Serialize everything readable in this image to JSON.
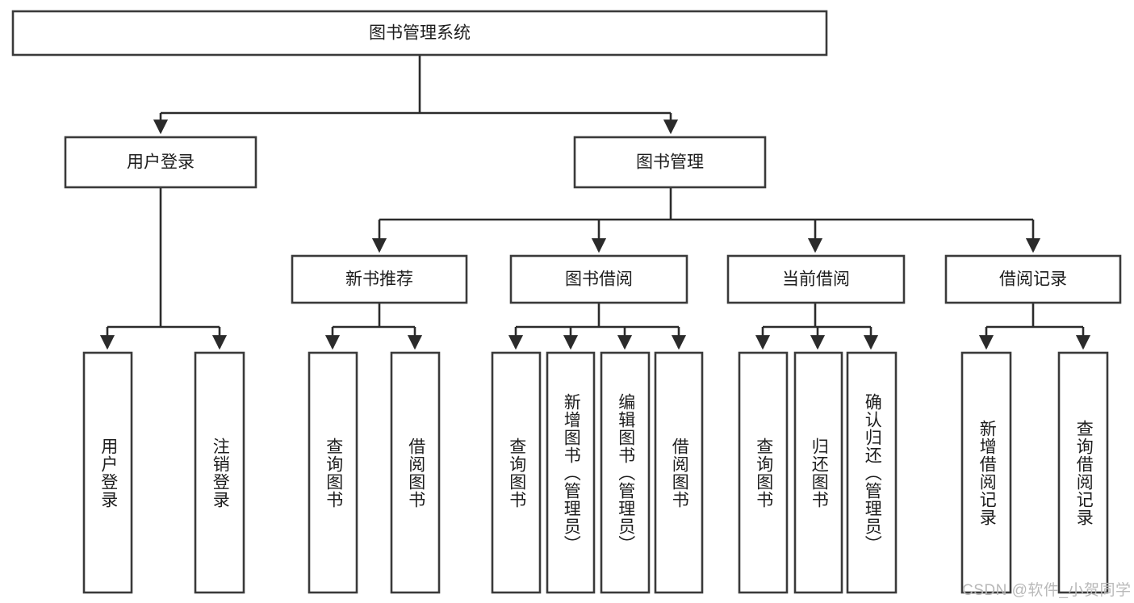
{
  "diagram": {
    "type": "tree-hierarchy",
    "title": "图书管理系统",
    "watermark": "CSDN @软件_小贺同学",
    "colors": {
      "box_stroke": "#3a3a3a",
      "edge": "#2b2b2b",
      "box_fill": "#ffffff",
      "text": "#1d1d1d",
      "watermark": "#b9b9b9",
      "background": "#ffffff"
    },
    "levels": {
      "root": {
        "label": "图书管理系统"
      },
      "level2": [
        {
          "label": "用户登录"
        },
        {
          "label": "图书管理"
        }
      ],
      "level3": [
        {
          "label": "新书推荐"
        },
        {
          "label": "图书借阅"
        },
        {
          "label": "当前借阅"
        },
        {
          "label": "借阅记录"
        }
      ],
      "leaves": [
        {
          "label": "用户登录",
          "parent": "用户登录"
        },
        {
          "label": "注销登录",
          "parent": "用户登录"
        },
        {
          "label": "查询图书",
          "parent": "新书推荐"
        },
        {
          "label": "借阅图书",
          "parent": "新书推荐"
        },
        {
          "label": "查询图书",
          "parent": "图书借阅"
        },
        {
          "label": "新增图书（管理员）",
          "parent": "图书借阅"
        },
        {
          "label": "编辑图书（管理员）",
          "parent": "图书借阅"
        },
        {
          "label": "借阅图书",
          "parent": "图书借阅"
        },
        {
          "label": "查询图书",
          "parent": "当前借阅"
        },
        {
          "label": "归还图书",
          "parent": "当前借阅"
        },
        {
          "label": "确认归还（管理员）",
          "parent": "当前借阅"
        },
        {
          "label": "新增借阅记录",
          "parent": "借阅记录"
        },
        {
          "label": "查询借阅记录",
          "parent": "借阅记录"
        }
      ]
    }
  }
}
